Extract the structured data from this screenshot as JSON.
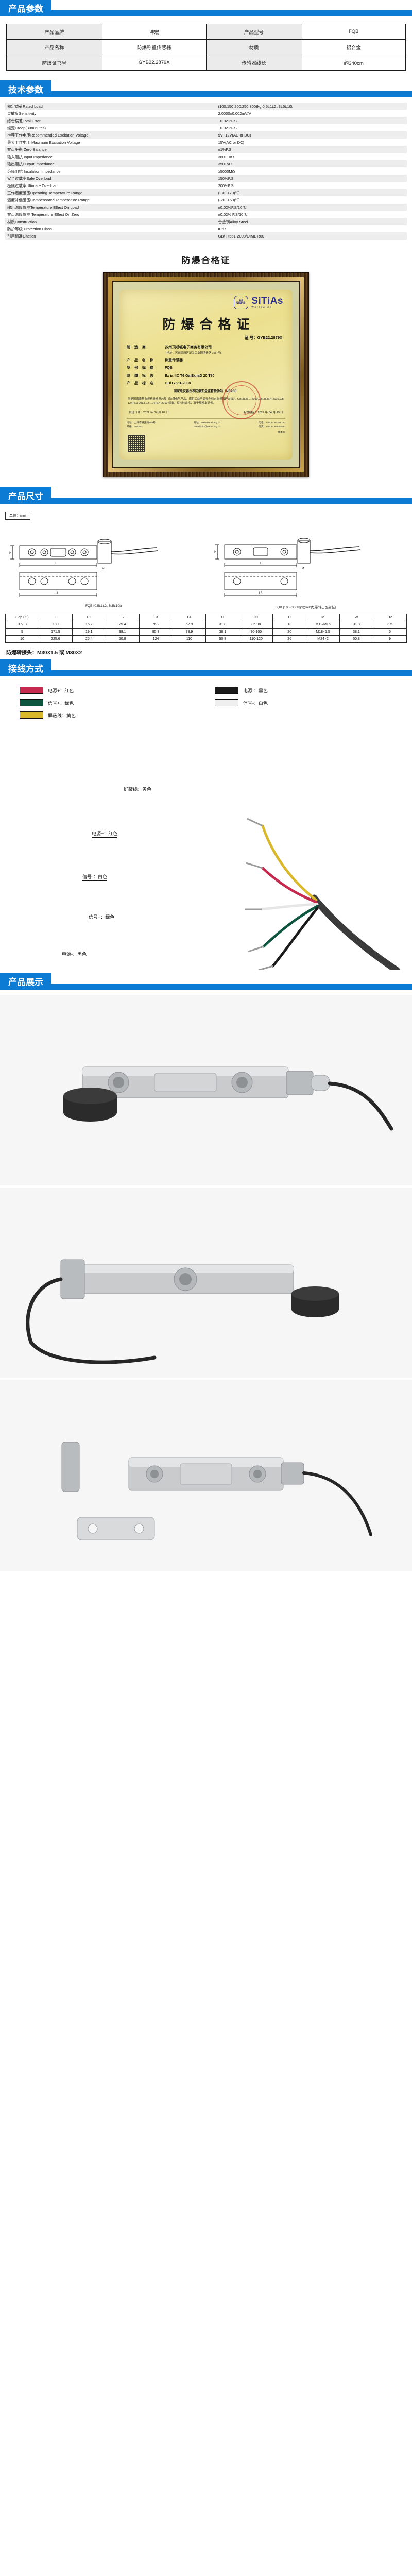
{
  "sections": {
    "product_params": "产品参数",
    "tech_params": "技术参数",
    "dimensions": "产品尺寸",
    "wiring": "接线方式",
    "gallery": "产品展示"
  },
  "product_params": {
    "rows": [
      [
        {
          "k": "产品品牌",
          "v": "坤宏"
        },
        {
          "k": "产品型号",
          "v": "FQB"
        }
      ],
      [
        {
          "k": "产品名称",
          "v": "防爆称重传感器"
        },
        {
          "k": "材质",
          "v": "铝合金"
        }
      ],
      [
        {
          "k": "防爆证书号",
          "v": "GYB22.2879X"
        },
        {
          "k": "传感器线长",
          "v": "约340cm"
        }
      ]
    ]
  },
  "tech_params": {
    "rows": [
      {
        "label": "额定载荷Rated Load",
        "value": "(100,150,200,250.300)kg,0.5t,1t,2t,3t,5t,10t"
      },
      {
        "label": "灵敏度Sensitivity",
        "value": "2.0000±0.002mV/V"
      },
      {
        "label": "综合误差Total Error",
        "value": "±0.02%F.S"
      },
      {
        "label": "蠕变Creep(30minutes)",
        "value": "±0.02%F.S"
      },
      {
        "label": "推荐工作电压Recommended Excitation Voltage",
        "value": "5V~12V(AC or DC)"
      },
      {
        "label": "最大工作电压 Maximum Excitation Voltage",
        "value": "15V(AC or DC)"
      },
      {
        "label": "零点平衡 Zero Balance",
        "value": "±1%F.S"
      },
      {
        "label": "输入阻抗 Input Impedance",
        "value": "380±10Ω"
      },
      {
        "label": "输出阻抗Output Impedance",
        "value": "350±5Ω"
      },
      {
        "label": "绝缘阻抗 Insulation Impedance",
        "value": "≥5000MΩ"
      },
      {
        "label": "安全过载率Safe Overload",
        "value": "150%F.S"
      },
      {
        "label": "极限过载率Ultimate Overload",
        "value": "200%F.S"
      },
      {
        "label": "工作温度范围Operating Temperature Range",
        "value": "(-30~+70)℃"
      },
      {
        "label": "温度补偿范围Compensated Temperature Range",
        "value": "(-20~+60)℃"
      },
      {
        "label": "输出温度影响Temperature Effect On Load",
        "value": "±0.02%F.S/10℃"
      },
      {
        "label": "零点温度影响 Temperature Effect On Zero",
        "value": "±0.02% F.S/10℃"
      },
      {
        "label": "材质Construction",
        "value": "合金钢Alloy Steel"
      },
      {
        "label": "防护等级 Protection Class",
        "value": "IP67"
      },
      {
        "label": "引用标准Citation",
        "value": "GB/T7551-2008/OIML R60"
      }
    ]
  },
  "certificate": {
    "heading": "防爆合格证",
    "badge_ex": "Ex",
    "badge_name": "NEPSI",
    "brand": "SiTiAs",
    "brand_sub": "Worldwide",
    "big_title": "防爆合格证",
    "cert_no_label": "证  号：",
    "cert_no": "GYB22.2879X",
    "rows": [
      {
        "k": "制 造 商",
        "v": "苏州顶呱呱电子商务有限公司",
        "sub": "(地址：苏州高新区浒关工业园浒青路 156 号)"
      },
      {
        "k": "产 品 名 称",
        "v": "称重传感器",
        "sub": ""
      },
      {
        "k": "型 号 规 格",
        "v": "FQB",
        "sub": ""
      },
      {
        "k": "防 爆 标 志",
        "v": "Ex ia ⅡC T6 Ga Ex iaD 20 T80",
        "sub": ""
      },
      {
        "k": "产 品 标 准",
        "v": "GB/T7551-2008",
        "sub": ""
      }
    ],
    "note": "依据国家质量监督检验检疫总局《防爆电气产品、煤矿工业产品安全标志监督管理办法》，GB 3836.1-2010,GB 3836.4-2010,GB 12476.1-2013,GB 12476.4-2010 标准，经检验合格，准予颁发本证书。",
    "issue_label": "发证日期：2022 年 04 月 20 日",
    "valid_label": "有效期至：2027 年 04 月 19 日",
    "org": "国家级仪器仪表防爆安全监督检验站（NEPSI）",
    "footer": [
      {
        "a": "地址：上海市满玉路103号",
        "b": "网址：www.nepsi.org.cn",
        "c": "电话：+86 21 64368180"
      },
      {
        "a": "邮编：200233",
        "b": "Email:info@nepsi.org.cn",
        "c": "传真：+86 21 64844580"
      }
    ],
    "version": "版本06"
  },
  "dimensions": {
    "unit": "单位：mm",
    "caption_left": "FQB (0.5t,1t,2t,3t,5t,10t)",
    "caption_right": "FQB (100~300kg/理railt式,带转出型封板)",
    "table": {
      "headers": [
        "Cap ( t )",
        "L",
        "L1",
        "L2",
        "L3",
        "L4",
        "H",
        "H1",
        "D",
        "M",
        "W",
        "H2"
      ],
      "rows": [
        [
          "0.5~3",
          "130",
          "15.7",
          "25.4",
          "76.2",
          "52.9",
          "31.8",
          "85-98",
          "13",
          "M12/M16",
          "31.8",
          "3.5"
        ],
        [
          "5",
          "171.5",
          "19.1",
          "38.1",
          "95.3",
          "78.9",
          "38.1",
          "90-100",
          "20",
          "M18×1.5",
          "38.1",
          "5"
        ],
        [
          "10",
          "225.6",
          "25.4",
          "50.8",
          "124",
          "110",
          "50.8",
          "110-120",
          "26",
          "M24×2",
          "50.8",
          "9"
        ]
      ]
    },
    "adapter_note": "防爆转接头：M30X1.5 或 M30X2"
  },
  "wiring": {
    "swatches": [
      {
        "label": "电源+：红色",
        "color": "#c62a4e",
        "name": "power-positive"
      },
      {
        "label": "电源-：黑色",
        "color": "#1a1a1a",
        "name": "power-negative"
      },
      {
        "label": "信号+：绿色",
        "color": "#0e553f",
        "name": "signal-positive"
      },
      {
        "label": "信号-：白色",
        "color": "#efefef",
        "name": "signal-negative"
      },
      {
        "label": "屏蔽线：黄色",
        "color": "#d9b82c",
        "name": "shield"
      }
    ],
    "diagram_labels": [
      {
        "text": "屏蔽线：黄色",
        "color": "#d9b82c"
      },
      {
        "text": "电源+：红色",
        "color": "#c62a4e"
      },
      {
        "text": "信号-：白色",
        "color": "#e8e8e8"
      },
      {
        "text": "信号+：绿色",
        "color": "#0e553f"
      },
      {
        "text": "电源-：黑色",
        "color": "#1a1a1a"
      }
    ]
  },
  "theme": {
    "accent": "#0b7bd4",
    "table_key_bg": "#ebebeb",
    "stripe_bg": "#ededed"
  }
}
